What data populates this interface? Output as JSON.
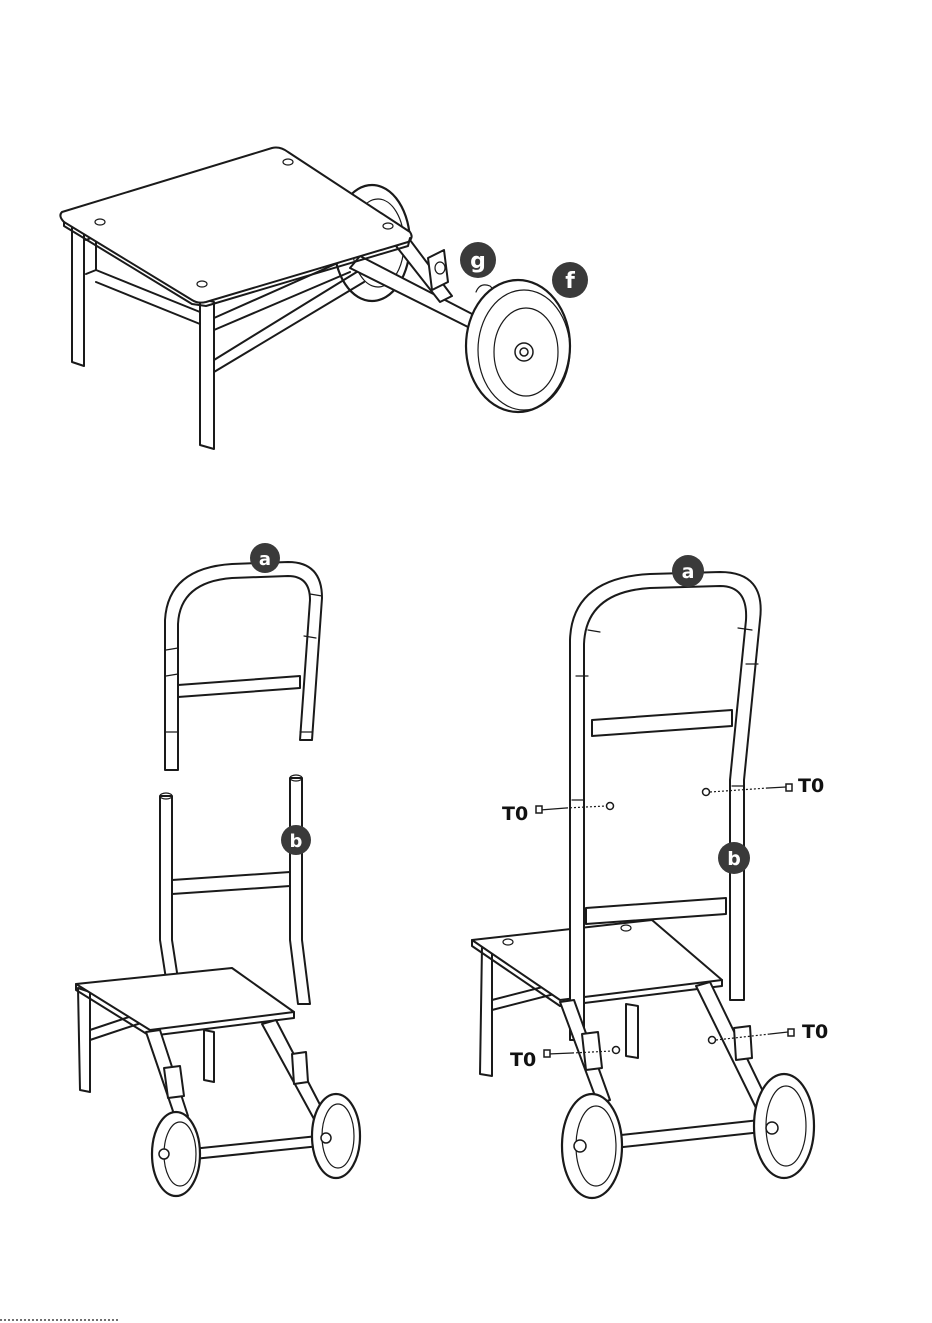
{
  "figure1": {
    "labels": {
      "g": "g",
      "f": "f"
    }
  },
  "figure2": {
    "labels": {
      "a": "a",
      "b": "b"
    }
  },
  "figure3": {
    "labels": {
      "a": "a",
      "b": "b"
    },
    "fasteners": {
      "t1": "T0",
      "t2": "T0",
      "t3": "T0",
      "t4": "T0"
    }
  }
}
